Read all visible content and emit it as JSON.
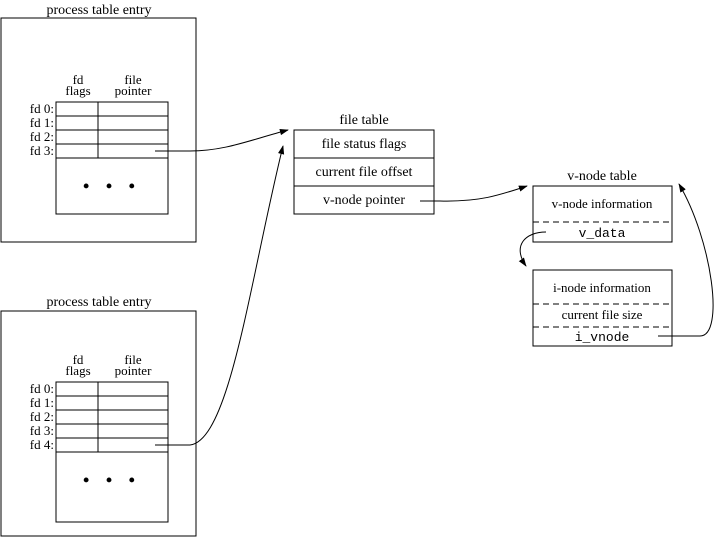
{
  "process_entry_1": {
    "title": "process table entry",
    "col_fd_flags_1": "fd",
    "col_fd_flags_2": "flags",
    "col_file_ptr_1": "file",
    "col_file_ptr_2": "pointer",
    "rows": [
      "fd 0:",
      "fd 1:",
      "fd 2:",
      "fd 3:"
    ],
    "ellipsis": "• • •"
  },
  "process_entry_2": {
    "title": "process table entry",
    "col_fd_flags_1": "fd",
    "col_fd_flags_2": "flags",
    "col_file_ptr_1": "file",
    "col_file_ptr_2": "pointer",
    "rows": [
      "fd 0:",
      "fd 1:",
      "fd 2:",
      "fd 3:",
      "fd 4:"
    ],
    "ellipsis": "• • •"
  },
  "file_table": {
    "title": "file table",
    "fields": [
      "file status flags",
      "current file offset",
      "v-node pointer"
    ]
  },
  "vnode_table": {
    "title": "v-node table",
    "vnode_info": "v-node information",
    "v_data": "v_data",
    "inode_info": "i-node information",
    "current_size": "current file size",
    "i_vnode": "i_vnode"
  }
}
